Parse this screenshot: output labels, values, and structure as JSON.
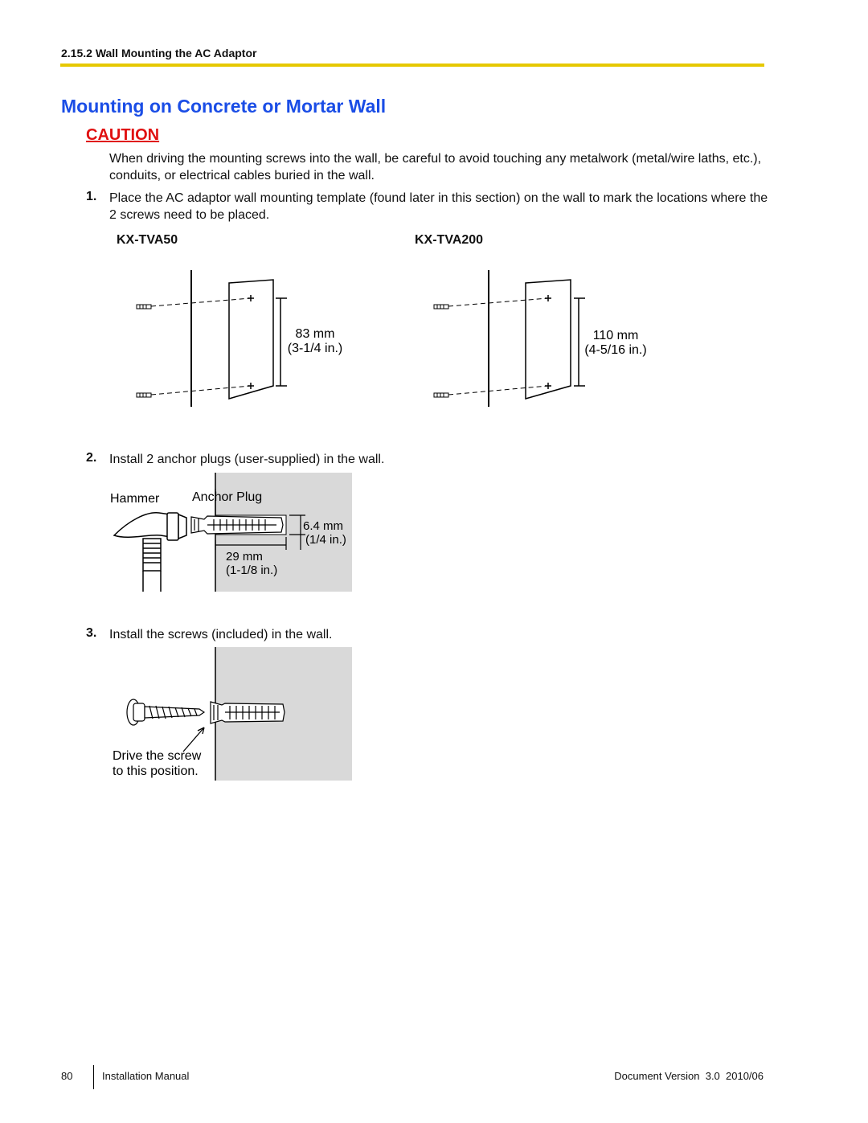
{
  "header": {
    "section": "2.15.2 Wall Mounting the AC Adaptor"
  },
  "title": "Mounting on Concrete or Mortar Wall",
  "caution": {
    "label": "CAUTION",
    "text": "When driving the mounting screws into the wall, be careful to avoid touching any metalwork (metal/wire laths, etc.), conduits, or electrical cables buried in the wall."
  },
  "steps": [
    {
      "num": "1.",
      "text": "Place the AC adaptor wall mounting template (found later in this section) on the wall to mark the locations where the 2 screws need to be placed."
    },
    {
      "num": "2.",
      "text": "Install 2 anchor plugs (user-supplied) in the wall."
    },
    {
      "num": "3.",
      "text": "Install the screws (included) in the wall."
    }
  ],
  "figure1": {
    "left": {
      "model": "KX-TVA50",
      "dim_mm": "83 mm",
      "dim_in": "(3-1/4 in.)"
    },
    "right": {
      "model": "KX-TVA200",
      "dim_mm": "110 mm",
      "dim_in": "(4-5/16 in.)"
    }
  },
  "figure2": {
    "hammer": "Hammer",
    "anchor": "Anchor Plug",
    "dia_mm": "6.4 mm",
    "dia_in": "(1/4 in.)",
    "len_mm": "29 mm",
    "len_in": "(1-1/8 in.)"
  },
  "figure3": {
    "note_line1": "Drive the screw",
    "note_line2": "to this position."
  },
  "footer": {
    "page": "80",
    "manual": "Installation Manual",
    "version": "Document Version  3.0  2010/06"
  },
  "colors": {
    "title": "#1a4de6",
    "caution": "#e01010",
    "rule": "#e6c800",
    "wall": "#d9d9d9"
  }
}
